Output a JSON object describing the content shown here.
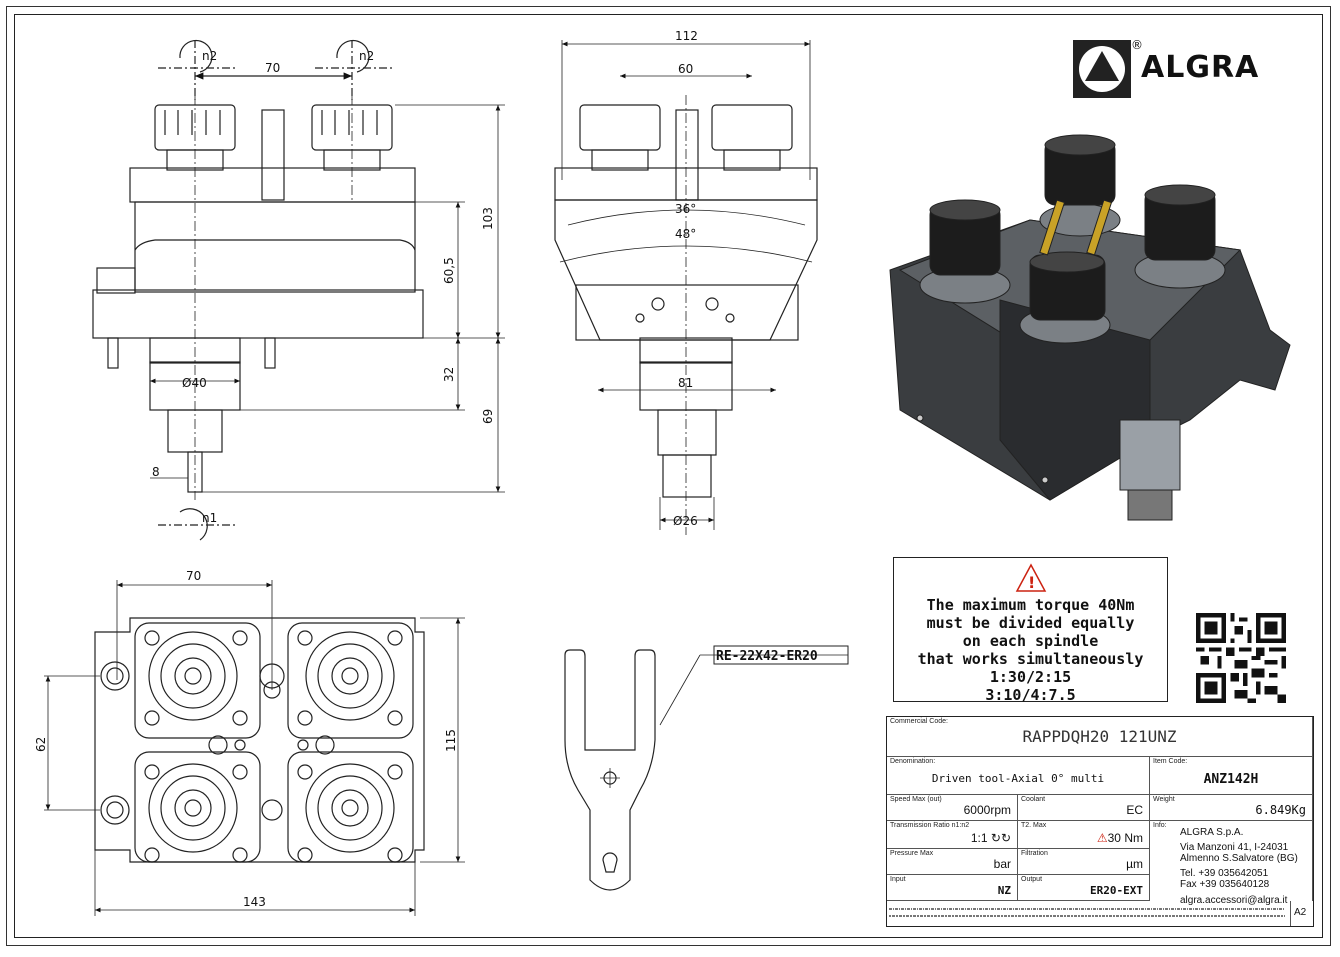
{
  "dimensions": {
    "n2_left": "n2",
    "n2_right": "n2",
    "n1": "n1",
    "front_spacing": "70",
    "height_total": "103",
    "height_body": "60,5",
    "height_flange": "32",
    "height_lower": "69",
    "diameter_40": "Ø40",
    "shank_width": "8",
    "side_width": "112",
    "side_spacing": "60",
    "angle_36": "36°",
    "angle_48": "48°",
    "side_81": "81",
    "diameter_26": "Ø26",
    "top_spacing": "70",
    "top_62": "62",
    "top_115": "115",
    "top_143": "143",
    "wrench_code": "RE-22X42-ER20"
  },
  "brand": {
    "name": "ALGRA",
    "registered": "®"
  },
  "warning": {
    "lines": [
      "The maximum torque 40Nm",
      "must be divided equally",
      "on each spindle",
      "that works simultaneously",
      "1:30/2:15",
      "3:10/4:7.5"
    ]
  },
  "title_block": {
    "commercial_code_label": "Commercial Code:",
    "commercial_code": "RAPPDQH20 121UNZ",
    "denomination_label": "Denomination:",
    "denomination": "Driven tool-Axial 0° multi",
    "item_code_label": "Item Code:",
    "item_code": "ANZ142H",
    "speed_label": "Speed Max (out)",
    "speed": "6000rpm",
    "coolant_label": "Coolant",
    "coolant": "EC",
    "weight_label": "Weight",
    "weight": "6.849Kg",
    "ratio_label": "Transmission Ratio n1:n2",
    "ratio": "1:1",
    "torque_label": "T2. Max",
    "torque_value": "30",
    "torque_unit": "Nm",
    "pressure_label": "Pressure Max",
    "pressure_unit": "bar",
    "filtration_label": "Filtration",
    "filtration_unit": "µm",
    "input_label": "Input",
    "input": "NZ",
    "output_label": "Output",
    "output": "ER20-EXT",
    "info_label": "Info:",
    "company": "ALGRA S.p.A.",
    "address1": "Via Manzoni 41, I-24031",
    "address2": "Almenno S.Salvatore (BG)",
    "tel": "Tel. +39 035642051",
    "fax": "Fax +39 035640128",
    "email": "algra.accessori@algra.it",
    "sheet_size": "A2"
  }
}
